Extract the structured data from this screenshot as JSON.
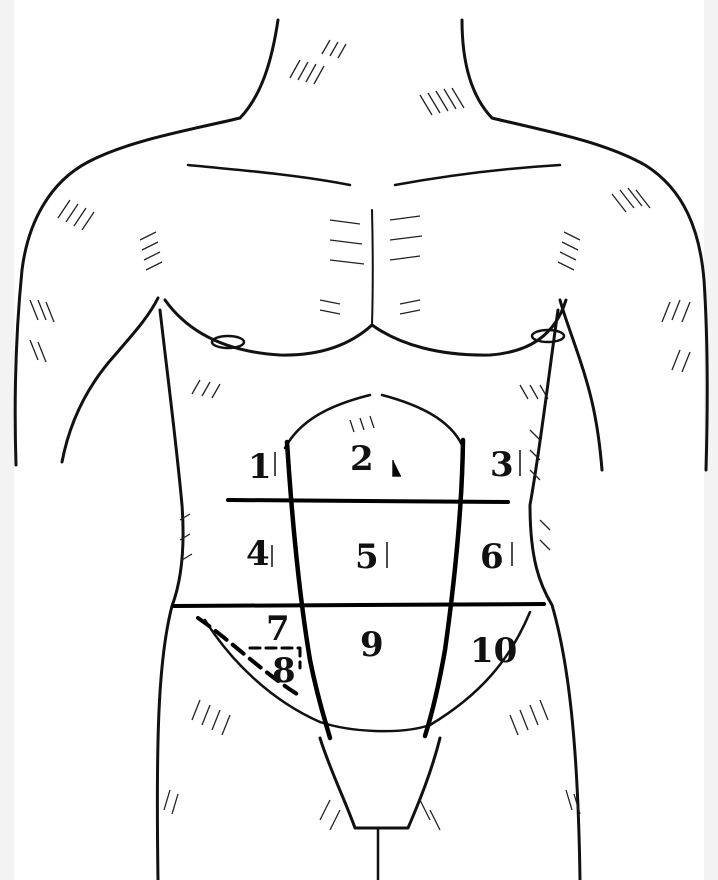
{
  "diagram": {
    "background_color": "#f3f3f3",
    "ink_color": "#111111",
    "regions": [
      {
        "id": 1,
        "label": "1"
      },
      {
        "id": 2,
        "label": "2"
      },
      {
        "id": 3,
        "label": "3"
      },
      {
        "id": 4,
        "label": "4"
      },
      {
        "id": 5,
        "label": "5"
      },
      {
        "id": 6,
        "label": "6"
      },
      {
        "id": 7,
        "label": "7"
      },
      {
        "id": 8,
        "label": "8"
      },
      {
        "id": 9,
        "label": "9"
      },
      {
        "id": 10,
        "label": "10"
      }
    ]
  }
}
